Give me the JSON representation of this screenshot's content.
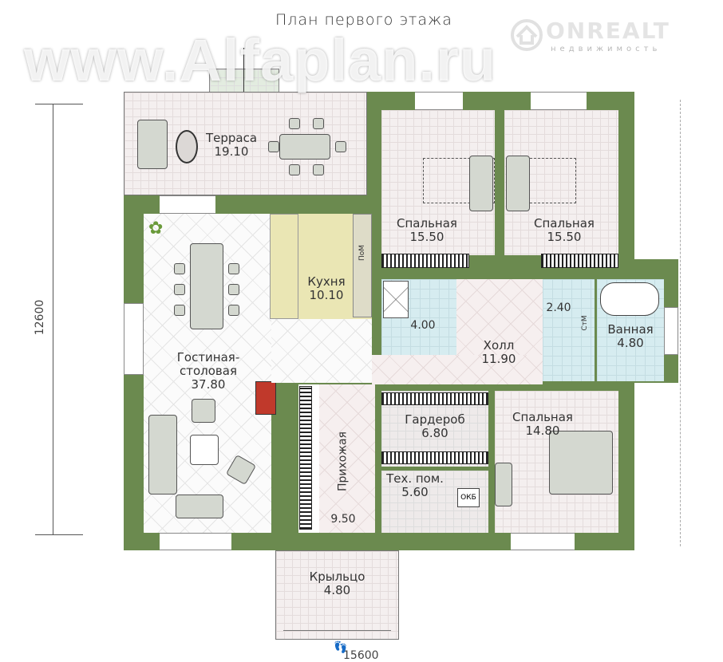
{
  "title": "План первого этажа",
  "logo": {
    "name": "ONREALT",
    "subtitle": "недвижимость"
  },
  "watermark": "www.Alfaplan.ru",
  "dimensions": {
    "height": "12600",
    "width": "15600"
  },
  "rooms": {
    "terrace": {
      "name": "Терраса",
      "area": "19.10"
    },
    "bedroom1": {
      "name": "Спальная",
      "area": "15.50"
    },
    "bedroom2": {
      "name": "Спальная",
      "area": "15.50"
    },
    "kitchen": {
      "name": "Кухня",
      "area": "10.10"
    },
    "bathroom1": {
      "area": "4.00"
    },
    "hall": {
      "name": "Холл",
      "area": "11.90"
    },
    "wc": {
      "area": "2.40"
    },
    "bath": {
      "name": "Ванная",
      "area": "4.80"
    },
    "living": {
      "name": "Гостиная-",
      "name2": "столовая",
      "area": "37.80"
    },
    "entry": {
      "name": "Прихожая",
      "area": "9.50"
    },
    "wardrobe": {
      "name": "Гардероб",
      "area": "6.80"
    },
    "tech": {
      "name": "Тех. пом.",
      "area": "5.60"
    },
    "bedroom3": {
      "name": "Спальная",
      "area": "14.80"
    },
    "porch": {
      "name": "Крыльцо",
      "area": "4.80"
    }
  },
  "appliances": {
    "dishwasher": "ПоМ",
    "washer": "СтМ",
    "boiler": "ОКБ"
  },
  "colors": {
    "wall": "#6b8a4f",
    "kitchen": "#eae6b4",
    "wet": "#d6ecf0"
  }
}
